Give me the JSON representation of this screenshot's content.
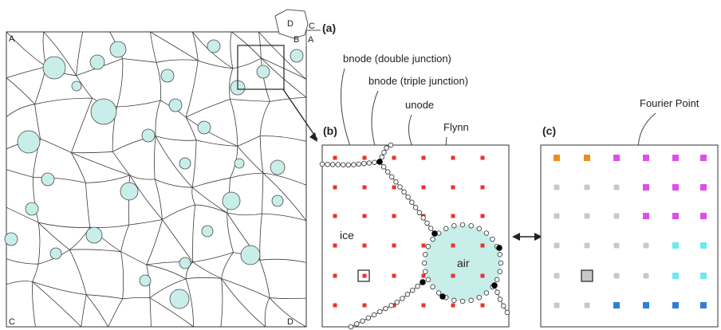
{
  "panels": {
    "a": "(a)",
    "b": "(b)",
    "c": "(c)"
  },
  "corners": {
    "top_left": "A",
    "top_right": "B",
    "bottom_left": "C",
    "bottom_right": "D"
  },
  "inset_corners": {
    "d": "D",
    "c": "C",
    "b": "B",
    "a": "A"
  },
  "annotations": {
    "double_junction": "bnode (double junction)",
    "triple_junction": "bnode (triple junction)",
    "unode": "unode",
    "flynn": "Flynn",
    "fourier_point": "Fourier Point"
  },
  "regions": {
    "ice": "ice",
    "air": "air"
  },
  "colors": {
    "unode": "#e8332c",
    "bubble": "#c8eeea",
    "orange": "#f08c1e",
    "magenta": "#e04ee8",
    "cyan": "#6fe8ee",
    "blue": "#2f7fd6",
    "grey": "#c8c8c8",
    "boundary": "#333333"
  },
  "fourier_grid": [
    [
      "orange",
      "orange",
      "magenta",
      "magenta",
      "magenta",
      "magenta"
    ],
    [
      "grey",
      "grey",
      "grey",
      "magenta",
      "magenta",
      "magenta"
    ],
    [
      "grey",
      "grey",
      "grey",
      "magenta",
      "magenta",
      "magenta"
    ],
    [
      "grey",
      "grey",
      "grey",
      "grey",
      "cyan",
      "cyan"
    ],
    [
      "grey",
      "grey-boxed",
      "grey",
      "grey",
      "cyan",
      "cyan"
    ],
    [
      "grey",
      "grey",
      "blue",
      "blue",
      "blue",
      "blue"
    ]
  ]
}
